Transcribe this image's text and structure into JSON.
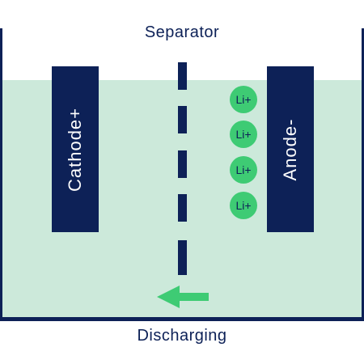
{
  "labels": {
    "top": "Separator",
    "bottom": "Discharging"
  },
  "electrodes": {
    "cathode": "Cathode+",
    "anode": "Anode-"
  },
  "ions": [
    "Li+",
    "Li+",
    "Li+",
    "Li+"
  ],
  "arrow": {
    "icon": "arrow-left-icon",
    "direction": "left"
  },
  "colors": {
    "navy": "#0d2157",
    "electrolyte": "#cce9da",
    "ion_green": "#3ecb74",
    "arrow_green": "#3ecb74",
    "text": "#0d2157",
    "ion_text": "#0d2157",
    "background": "#ffffff"
  }
}
